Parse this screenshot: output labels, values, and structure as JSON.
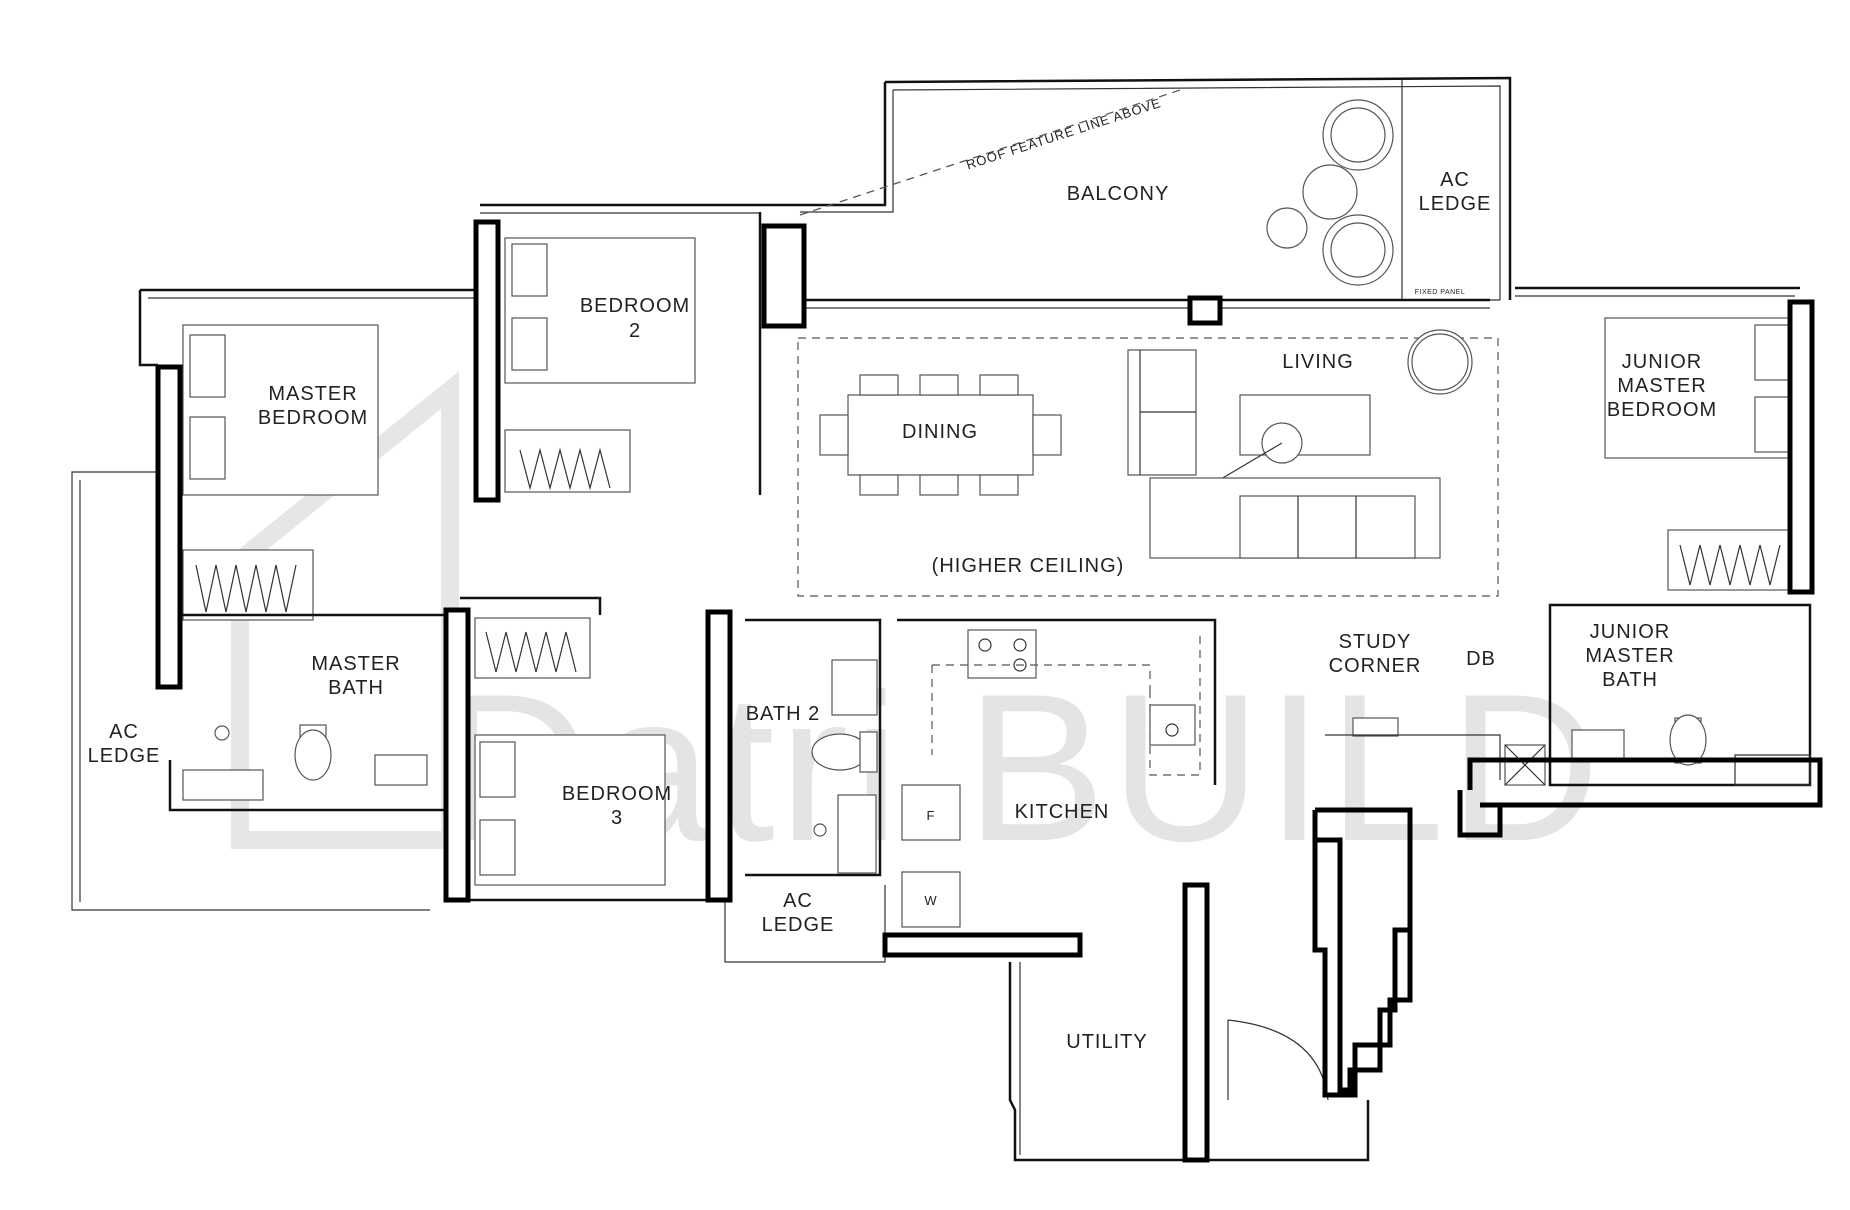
{
  "watermark": "Datri.BUILD",
  "rooms": {
    "balcony": "BALCONY",
    "roof_feature": "ROOF FEATURE LINE ABOVE",
    "ac_ledge_top_1": "AC",
    "ac_ledge_top_2": "LEDGE",
    "fixed_panel": "FIXED PANEL",
    "bedroom2_1": "BEDROOM",
    "bedroom2_2": "2",
    "master_bedroom_1": "MASTER",
    "master_bedroom_2": "BEDROOM",
    "dining": "DINING",
    "living": "LIVING",
    "higher_ceiling": "(HIGHER CEILING)",
    "junior_master_bedroom_1": "JUNIOR",
    "junior_master_bedroom_2": "MASTER",
    "junior_master_bedroom_3": "BEDROOM",
    "master_bath_1": "MASTER",
    "master_bath_2": "BATH",
    "ac_ledge_left_1": "AC",
    "ac_ledge_left_2": "LEDGE",
    "bedroom3_1": "BEDROOM",
    "bedroom3_2": "3",
    "bath2": "BATH 2",
    "ac_ledge_bottom_1": "AC",
    "ac_ledge_bottom_2": "LEDGE",
    "kitchen": "KITCHEN",
    "fridge": "F",
    "washer": "W",
    "study_corner_1": "STUDY",
    "study_corner_2": "CORNER",
    "db": "DB",
    "junior_master_bath_1": "JUNIOR",
    "junior_master_bath_2": "MASTER",
    "junior_master_bath_3": "BATH",
    "utility": "UTILITY"
  }
}
